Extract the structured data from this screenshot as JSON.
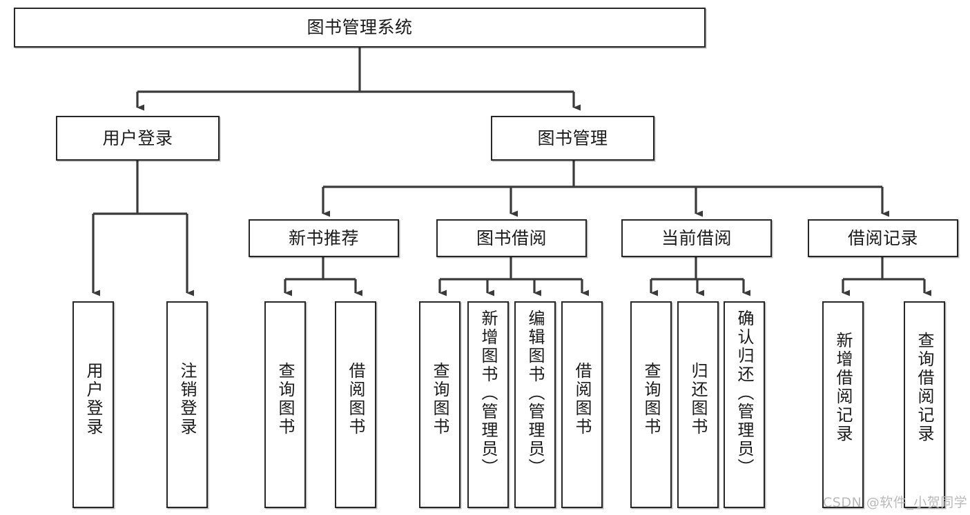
{
  "diagram": {
    "title": "图书管理系统",
    "type": "tree-hierarchy",
    "root": {
      "label": "图书管理系统"
    },
    "level2": [
      {
        "label": "用户登录"
      },
      {
        "label": "图书管理"
      }
    ],
    "level3": [
      {
        "label": "新书推荐"
      },
      {
        "label": "图书借阅"
      },
      {
        "label": "当前借阅"
      },
      {
        "label": "借阅记录"
      }
    ],
    "leaves": {
      "user_login": [
        {
          "label": "用户登录"
        },
        {
          "label": "注销登录"
        }
      ],
      "new_book_recommend": [
        {
          "label": "查询图书"
        },
        {
          "label": "借阅图书"
        }
      ],
      "book_borrow": [
        {
          "label": "查询图书"
        },
        {
          "label": "新增图书（管理员）"
        },
        {
          "label": "编辑图书（管理员）"
        },
        {
          "label": "借阅图书"
        }
      ],
      "current_borrow": [
        {
          "label": "查询图书"
        },
        {
          "label": "归还图书"
        },
        {
          "label": "确认归还（管理员）"
        }
      ],
      "borrow_record": [
        {
          "label": "新增借阅记录"
        },
        {
          "label": "查询借阅记录"
        }
      ]
    }
  },
  "watermark": {
    "text": "CSDN @软件_小贺同学"
  },
  "colors": {
    "stroke": "#262626",
    "fill": "#ffffff",
    "text": "#1a1a1a",
    "watermark": "#b9b9b9"
  }
}
